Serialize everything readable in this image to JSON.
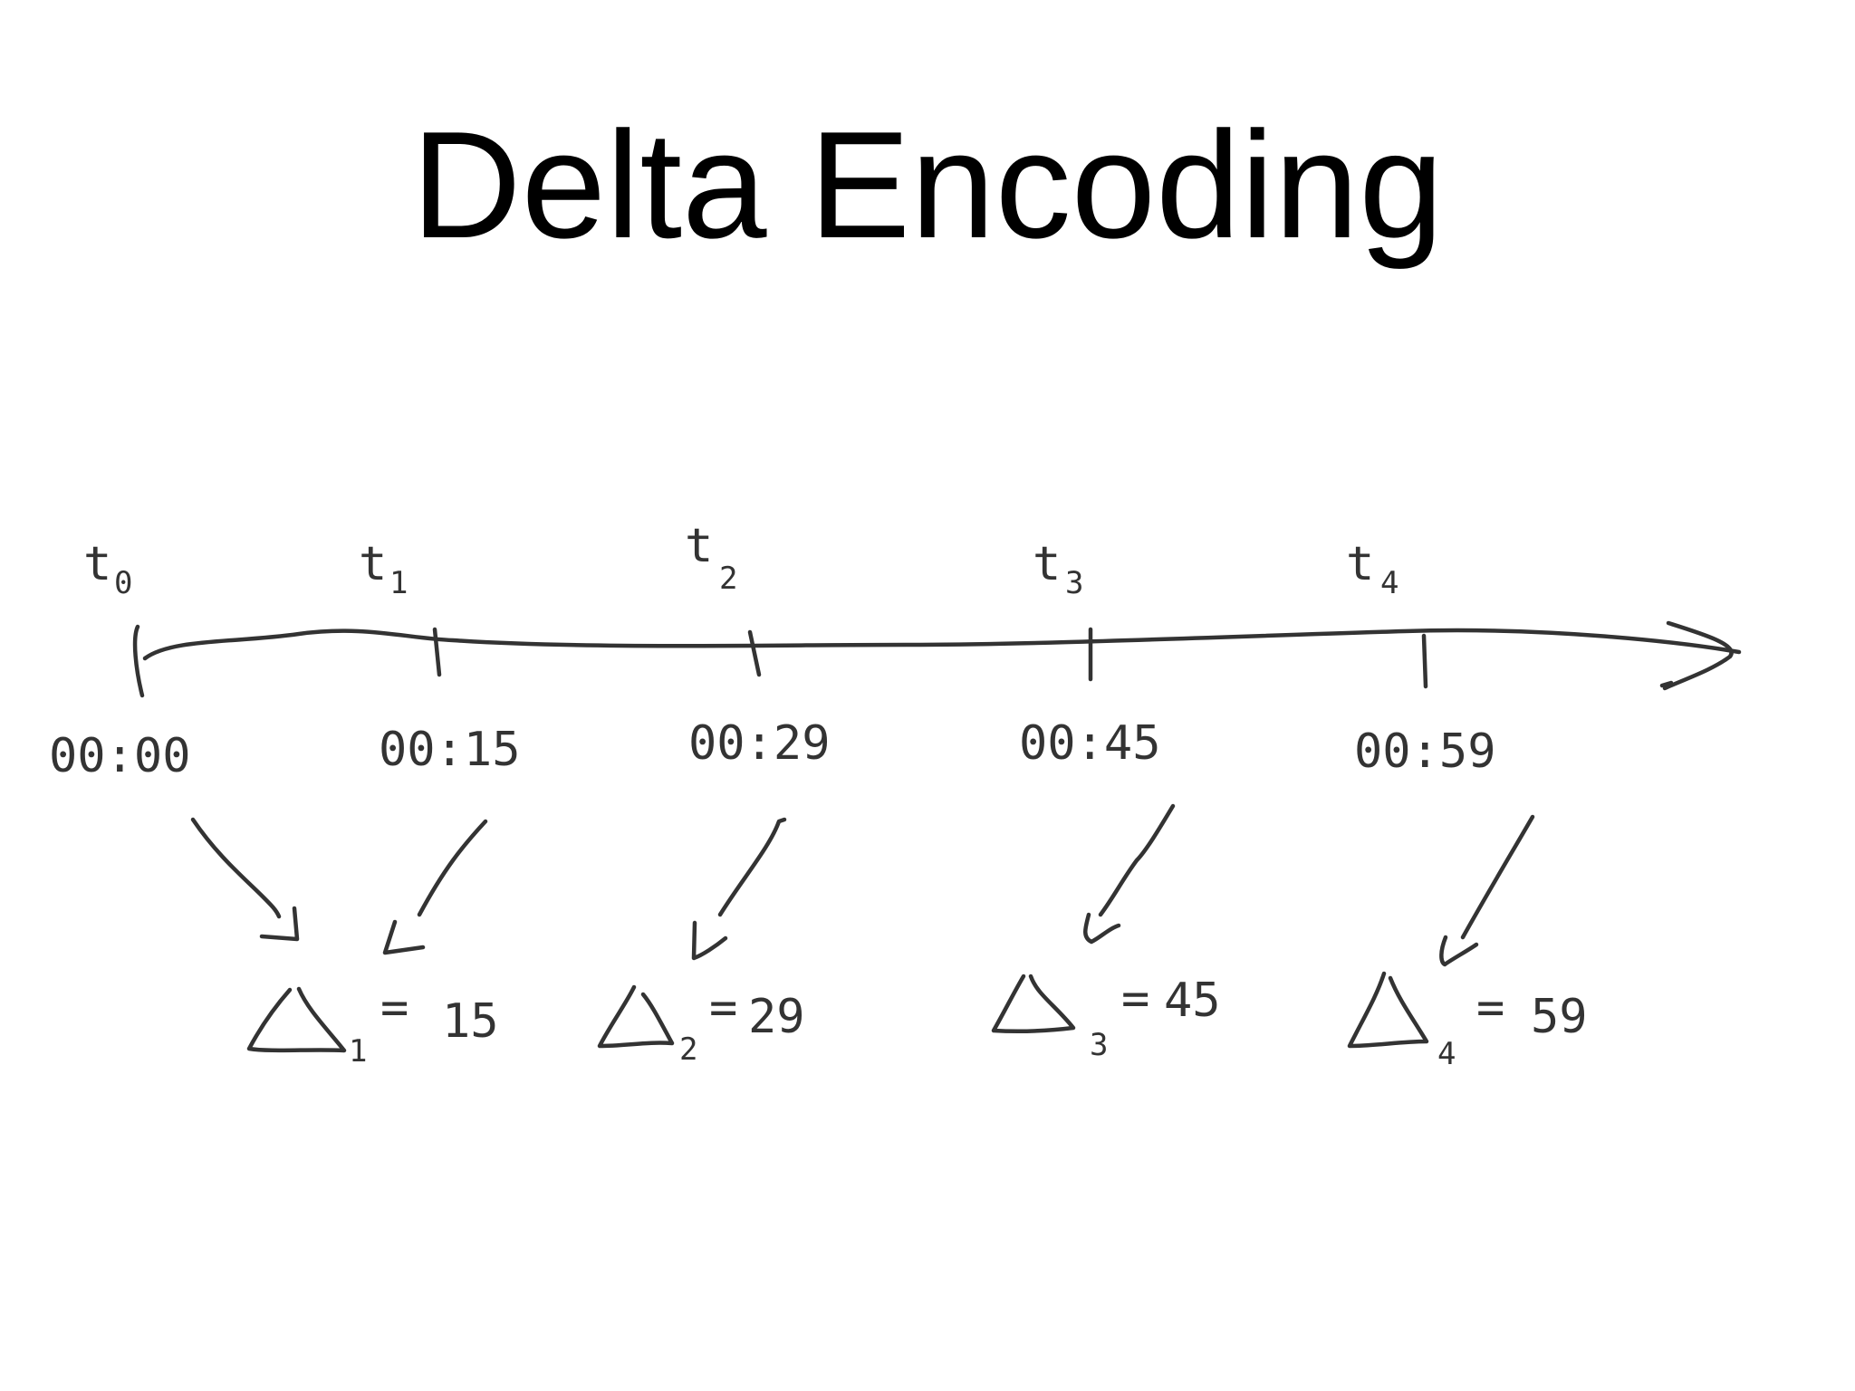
{
  "title": "Delta Encoding",
  "ink_color": "#333333",
  "timestamps": [
    {
      "symbol": "t",
      "index": "0",
      "time": "00:00"
    },
    {
      "symbol": "t",
      "index": "1",
      "time": "00:15"
    },
    {
      "symbol": "t",
      "index": "2",
      "time": "00:29"
    },
    {
      "symbol": "t",
      "index": "3",
      "time": "00:45"
    },
    {
      "symbol": "t",
      "index": "4",
      "time": "00:59"
    }
  ],
  "deltas": [
    {
      "symbol": "Δ",
      "index": "1",
      "equals": "=",
      "value": "15"
    },
    {
      "symbol": "Δ",
      "index": "2",
      "equals": "=",
      "value": "29"
    },
    {
      "symbol": "Δ",
      "index": "3",
      "equals": "=",
      "value": "45"
    },
    {
      "symbol": "Δ",
      "index": "4",
      "equals": "=",
      "value": "59"
    }
  ]
}
